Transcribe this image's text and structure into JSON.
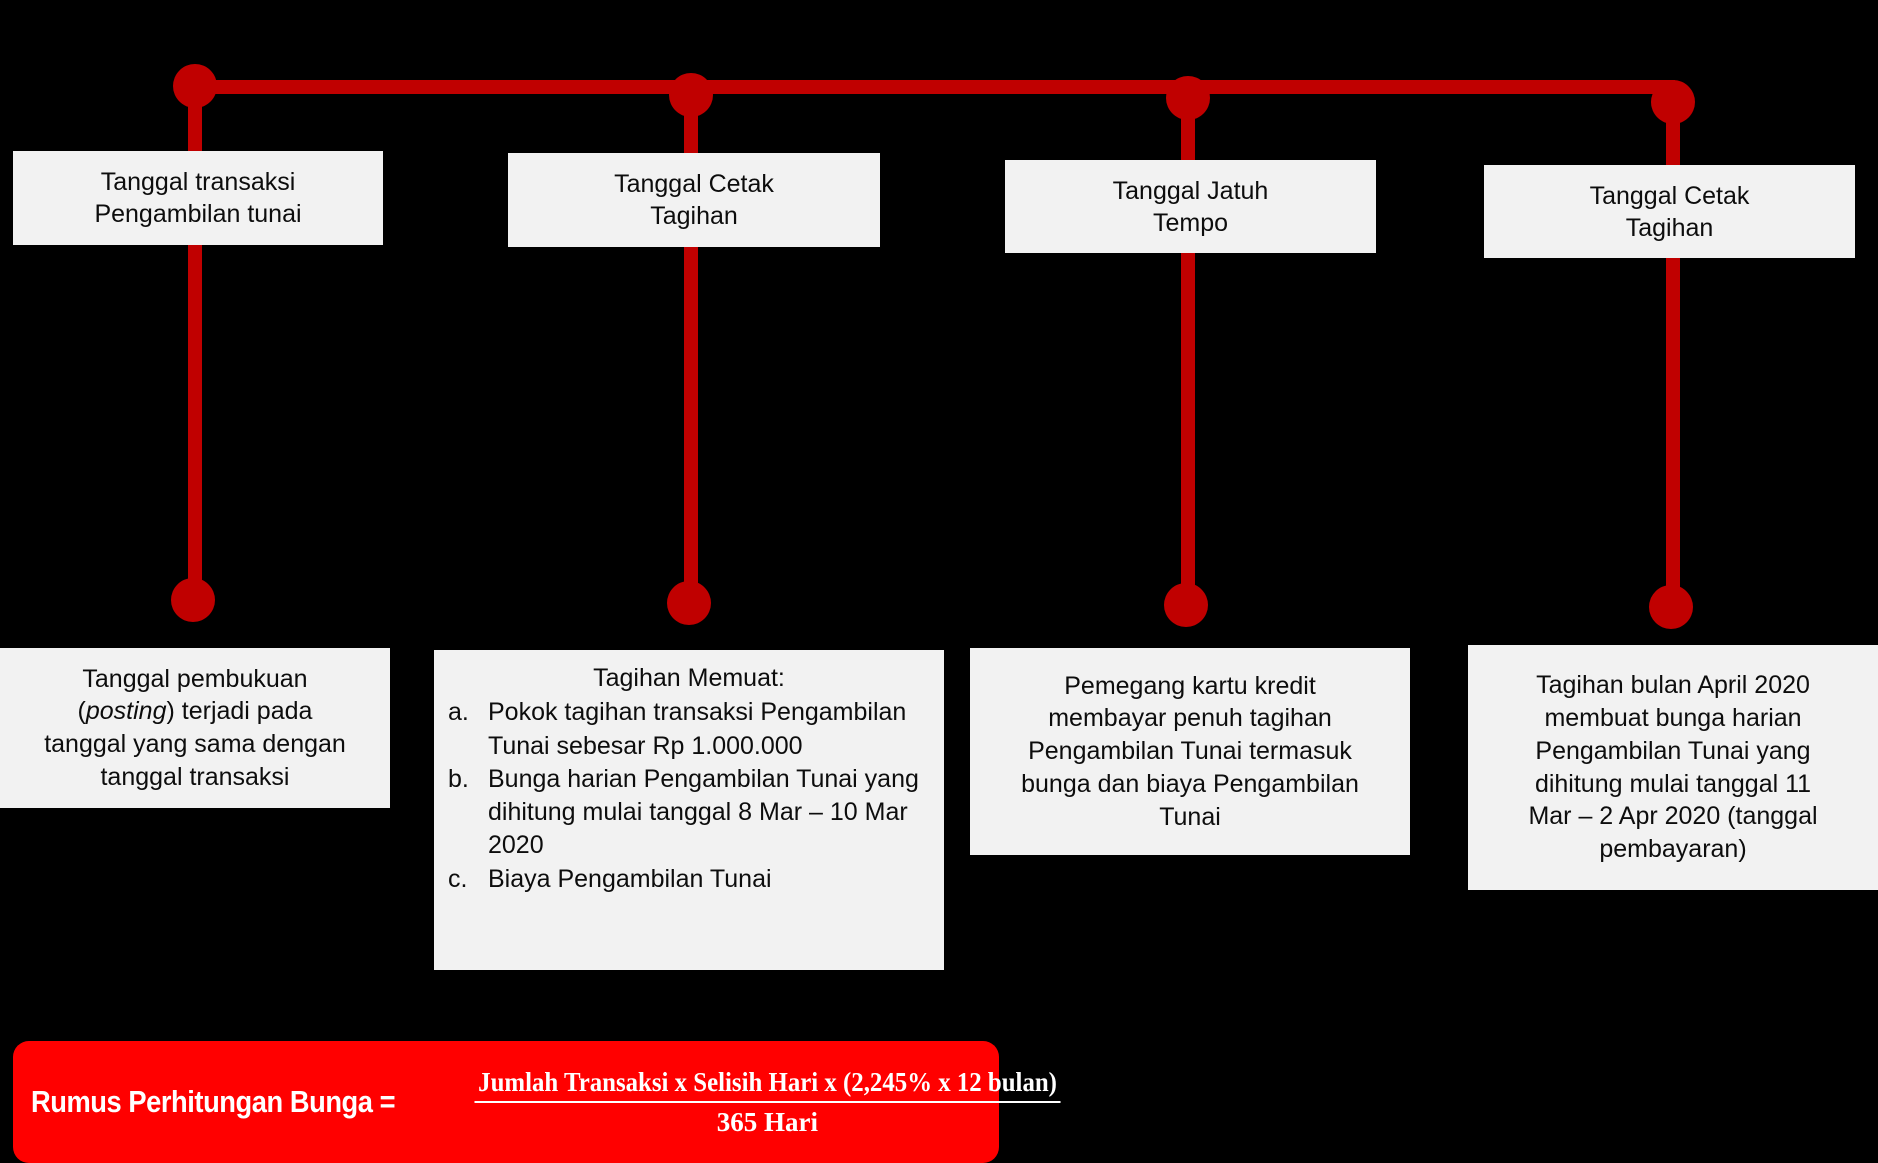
{
  "colors": {
    "timeline_red": "#C00000",
    "formula_red": "#FF0000",
    "box_bg": "#F2F2F2",
    "page_bg": "#000000",
    "text": "#0D0D0D",
    "formula_text": "#FFFFFF"
  },
  "timeline": {
    "nodes": [
      {
        "id": "node-1",
        "top_label_lines": [
          "Tanggal transaksi",
          "Pengambilan tunai"
        ],
        "bottom_lines": [
          "Tanggal pembukuan",
          "(posting) terjadi pada",
          "tanggal yang sama dengan",
          "tanggal transaksi"
        ]
      },
      {
        "id": "node-2",
        "top_label_lines": [
          "Tanggal Cetak",
          "Tagihan"
        ],
        "list_title": "Tagihan Memuat:",
        "list_items": [
          {
            "marker": "a.",
            "text": "Pokok tagihan transaksi Pengambilan Tunai sebesar Rp 1.000.000"
          },
          {
            "marker": "b.",
            "text": "Bunga harian Pengambilan Tunai yang dihitung mulai tanggal 8 Mar – 10 Mar 2020"
          },
          {
            "marker": "c.",
            "text": "Biaya Pengambilan Tunai"
          }
        ]
      },
      {
        "id": "node-3",
        "top_label_lines": [
          "Tanggal Jatuh",
          "Tempo"
        ],
        "bottom_lines": [
          "Pemegang kartu kredit",
          "membayar penuh tagihan",
          "Pengambilan Tunai termasuk",
          "bunga dan biaya Pengambilan",
          "Tunai"
        ]
      },
      {
        "id": "node-4",
        "top_label_lines": [
          "Tanggal Cetak",
          "Tagihan"
        ],
        "bottom_lines": [
          "Tagihan bulan April 2020",
          "membuat bunga harian",
          "Pengambilan Tunai yang",
          "dihitung mulai tanggal 11",
          "Mar – 2 Apr 2020 (tanggal",
          "pembayaran)"
        ]
      }
    ]
  },
  "formula": {
    "label": "Rumus Perhitungan Bunga =",
    "numerator": "Jumlah Transaksi x Selisih Hari x (2,245% x 12 bulan)",
    "denominator": "365 Hari"
  }
}
